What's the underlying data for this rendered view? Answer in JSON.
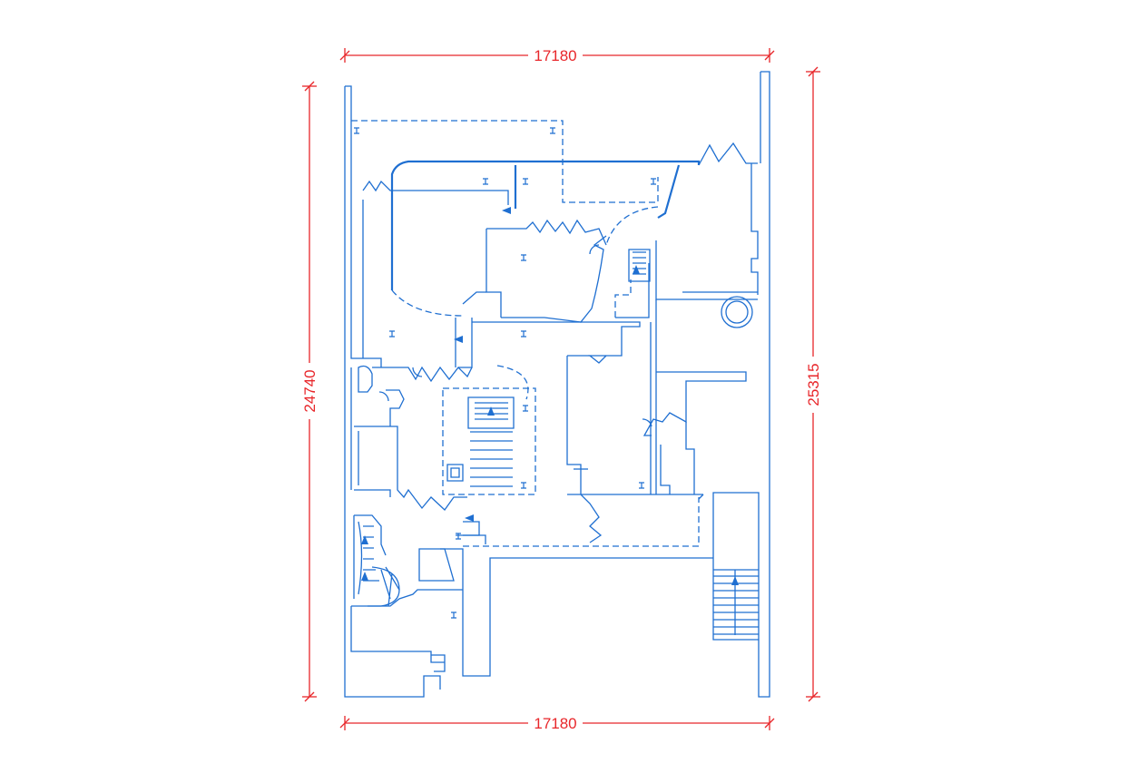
{
  "colors": {
    "background": "#ffffff",
    "plan_line": "#1f6fd1",
    "dimension_line": "#e8262a"
  },
  "dimensions": {
    "top_width": "17180",
    "bottom_width": "17180",
    "left_height": "24740",
    "right_height": "25315"
  }
}
